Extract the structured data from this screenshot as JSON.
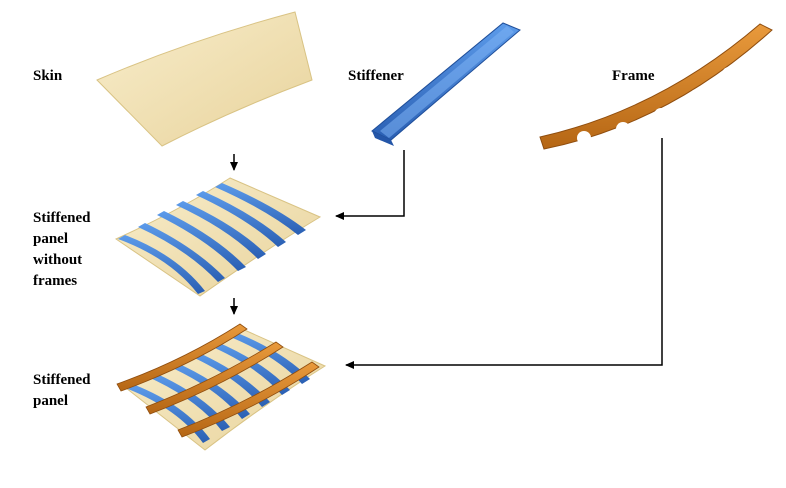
{
  "labels": {
    "skin": "Skin",
    "stiffener": "Stiffener",
    "frame": "Frame",
    "stiffened_no_frames": [
      "Stiffened",
      "panel",
      "without",
      "frames"
    ],
    "stiffened_panel": [
      "Stiffened",
      "panel"
    ]
  },
  "colors": {
    "skin": "#F2E2B4",
    "skin_shade": "#E3CD92",
    "stiffener": "#3F7FD6",
    "stiffener_dark": "#2456A8",
    "frame": "#D98A2E",
    "frame_dark": "#A85E14",
    "arrow": "#000000"
  }
}
